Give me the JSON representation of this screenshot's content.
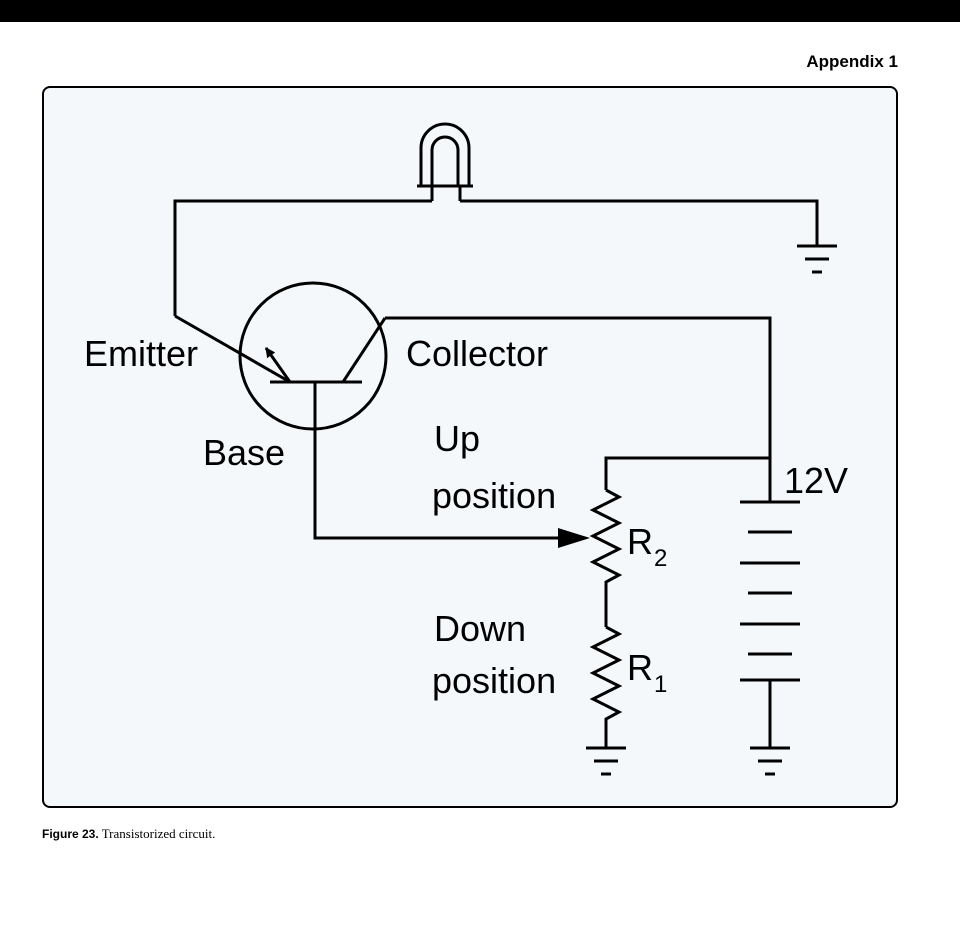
{
  "header": {
    "appendix_label": "Appendix 1"
  },
  "diagram": {
    "labels": {
      "emitter": "Emitter",
      "collector": "Collector",
      "base": "Base",
      "up_position_line1": "Up",
      "up_position_line2": "position",
      "down_position_line1": "Down",
      "down_position_line2": "position",
      "voltage": "12V",
      "r2_letter": "R",
      "r2_subscript": "2",
      "r1_letter": "R",
      "r1_subscript": "1"
    }
  },
  "caption": {
    "label": "Figure 23.",
    "text": " Transistorized circuit."
  },
  "colors": {
    "background": "#f5f8fb",
    "line": "#000000"
  }
}
